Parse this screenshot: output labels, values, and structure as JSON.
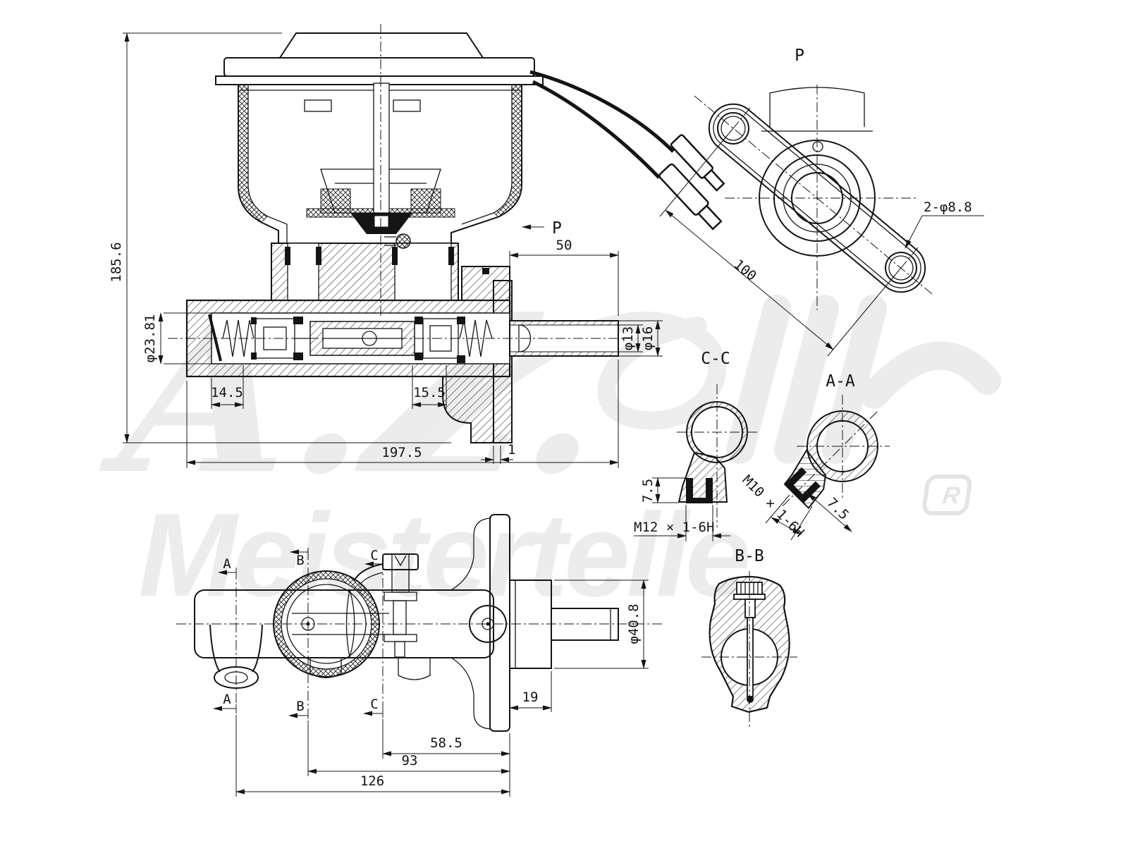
{
  "watermark": {
    "logo_script": "A.Z.",
    "brand": "Meisterteile",
    "registered_mark": "R"
  },
  "views": {
    "main_section": {
      "view_arrow_label": "P",
      "dims": {
        "total_height": "185.6",
        "bore_diameter": "φ23.81",
        "primary_stroke": "14.5",
        "secondary_stroke": "15.5",
        "outlet_length": "50",
        "rod_bore": "φ13",
        "rod_od": "φ16",
        "total_length": "197.5",
        "flange_lip": "1"
      }
    },
    "view_p": {
      "label": "P",
      "dims": {
        "mounting_distance": "100",
        "mounting_holes": "2-φ8.8"
      }
    },
    "section_cc": {
      "label": "C-C",
      "dims": {
        "port_depth": "7.5",
        "port_thread": "M12 × 1-6H"
      }
    },
    "section_aa": {
      "label": "A-A",
      "dims": {
        "port_thread": "M10 × 1-6H",
        "port_depth": "7.5"
      }
    },
    "section_bb": {
      "label": "B-B"
    },
    "top_view": {
      "section_a": "A",
      "section_b": "B",
      "section_c": "C",
      "dims": {
        "flange_step": "19",
        "c_to_flange": "58.5",
        "b_to_flange": "93",
        "a_to_flange": "126",
        "body_diameter": "φ40.8"
      }
    }
  },
  "colors": {
    "background": "#ffffff",
    "line": "#141414",
    "watermark": "#ececec"
  }
}
